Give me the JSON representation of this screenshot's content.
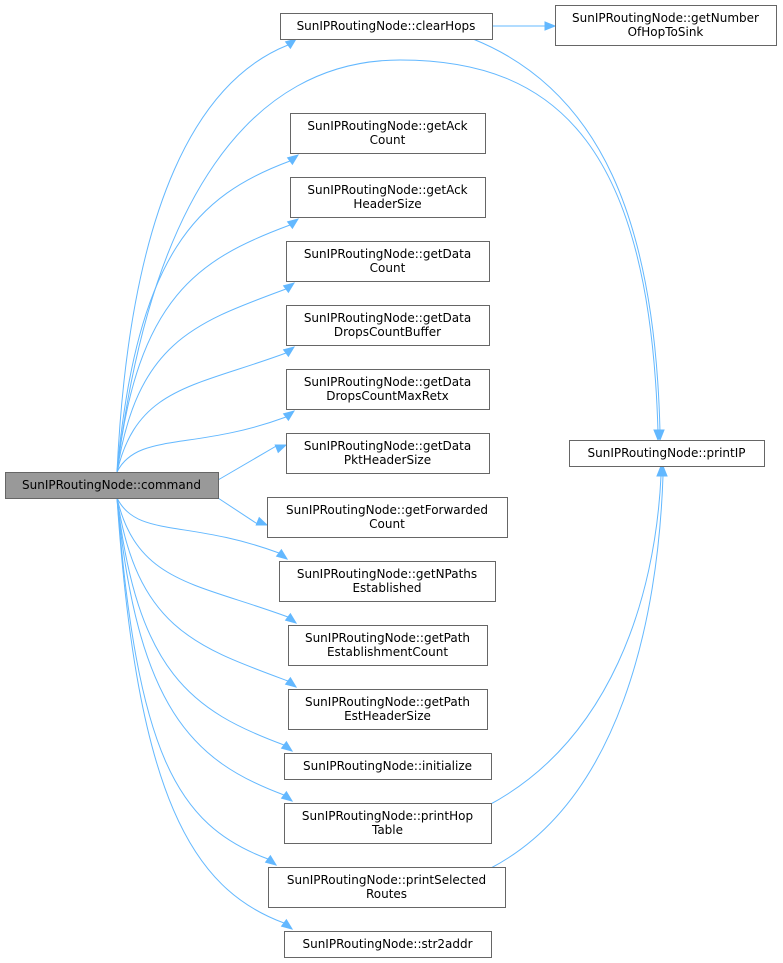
{
  "diagram": {
    "title": "Call graph of SunIPRoutingNode::command",
    "edge_color": "#63b8ff",
    "root_fill": "#999999",
    "nodes": [
      {
        "id": "command",
        "lines": [
          "SunIPRoutingNode::command"
        ],
        "root": true
      },
      {
        "id": "clearHops",
        "lines": [
          "SunIPRoutingNode::clearHops"
        ]
      },
      {
        "id": "getNumberOfHopToSink",
        "lines": [
          "SunIPRoutingNode::getNumber",
          "OfHopToSink"
        ]
      },
      {
        "id": "getAckCount",
        "lines": [
          "SunIPRoutingNode::getAck",
          "Count"
        ]
      },
      {
        "id": "getAckHeaderSize",
        "lines": [
          "SunIPRoutingNode::getAck",
          "HeaderSize"
        ]
      },
      {
        "id": "getDataCount",
        "lines": [
          "SunIPRoutingNode::getData",
          "Count"
        ]
      },
      {
        "id": "getDataDropsCountBuffer",
        "lines": [
          "SunIPRoutingNode::getData",
          "DropsCountBuffer"
        ]
      },
      {
        "id": "getDataDropsCountMaxRetx",
        "lines": [
          "SunIPRoutingNode::getData",
          "DropsCountMaxRetx"
        ]
      },
      {
        "id": "getDataPktHeaderSize",
        "lines": [
          "SunIPRoutingNode::getData",
          "PktHeaderSize"
        ]
      },
      {
        "id": "getForwardedCount",
        "lines": [
          "SunIPRoutingNode::getForwarded",
          "Count"
        ]
      },
      {
        "id": "getNPathsEstablished",
        "lines": [
          "SunIPRoutingNode::getNPaths",
          "Established"
        ]
      },
      {
        "id": "getPathEstablishmentCount",
        "lines": [
          "SunIPRoutingNode::getPath",
          "EstablishmentCount"
        ]
      },
      {
        "id": "getPathEstHeaderSize",
        "lines": [
          "SunIPRoutingNode::getPath",
          "EstHeaderSize"
        ]
      },
      {
        "id": "initialize",
        "lines": [
          "SunIPRoutingNode::initialize"
        ]
      },
      {
        "id": "printHopTable",
        "lines": [
          "SunIPRoutingNode::printHop",
          "Table"
        ]
      },
      {
        "id": "printSelectedRoutes",
        "lines": [
          "SunIPRoutingNode::printSelected",
          "Routes"
        ]
      },
      {
        "id": "str2addr",
        "lines": [
          "SunIPRoutingNode::str2addr"
        ]
      },
      {
        "id": "printIP",
        "lines": [
          "SunIPRoutingNode::printIP"
        ]
      }
    ],
    "edges": [
      {
        "from": "command",
        "to": "clearHops"
      },
      {
        "from": "clearHops",
        "to": "getNumberOfHopToSink"
      },
      {
        "from": "clearHops",
        "to": "printIP"
      },
      {
        "from": "command",
        "to": "printIP"
      },
      {
        "from": "command",
        "to": "getAckCount"
      },
      {
        "from": "command",
        "to": "getAckHeaderSize"
      },
      {
        "from": "command",
        "to": "getDataCount"
      },
      {
        "from": "command",
        "to": "getDataDropsCountBuffer"
      },
      {
        "from": "command",
        "to": "getDataDropsCountMaxRetx"
      },
      {
        "from": "command",
        "to": "getDataPktHeaderSize"
      },
      {
        "from": "command",
        "to": "getForwardedCount"
      },
      {
        "from": "command",
        "to": "getNPathsEstablished"
      },
      {
        "from": "command",
        "to": "getPathEstablishmentCount"
      },
      {
        "from": "command",
        "to": "getPathEstHeaderSize"
      },
      {
        "from": "command",
        "to": "initialize"
      },
      {
        "from": "command",
        "to": "printHopTable"
      },
      {
        "from": "command",
        "to": "printSelectedRoutes"
      },
      {
        "from": "command",
        "to": "str2addr"
      },
      {
        "from": "printHopTable",
        "to": "printIP"
      },
      {
        "from": "printSelectedRoutes",
        "to": "printIP"
      }
    ]
  }
}
